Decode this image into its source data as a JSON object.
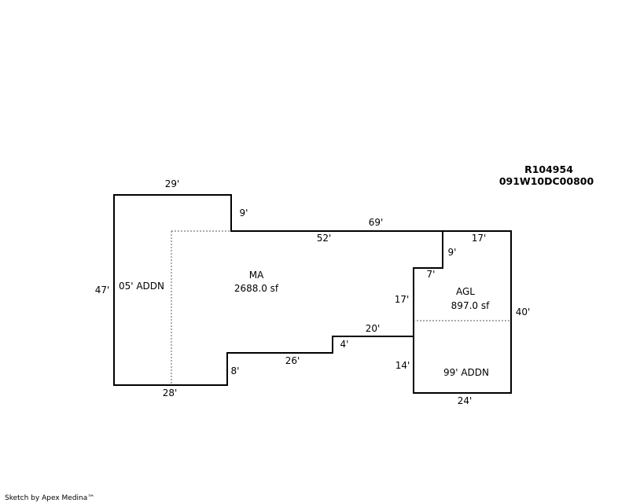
{
  "header": {
    "parcel_id": "R104954",
    "map_number": "091W10DC00800"
  },
  "areas": {
    "main_label": "MA",
    "main_area": "2688.0 sf",
    "addition_05": "05' ADDN",
    "garage_label": "AGL",
    "garage_area": "897.0 sf",
    "addition_99": "99' ADDN"
  },
  "dimensions": {
    "top_left": "29'",
    "step_down": "9'",
    "top_long": "69'",
    "inner_top": "52'",
    "left_side": "47'",
    "bottom_left": "28'",
    "step_up": "8'",
    "mid_bottom": "26'",
    "step_small": "4'",
    "mid_step": "20'",
    "garage_top": "17'",
    "garage_notch_v": "9'",
    "garage_notch_h": "7'",
    "garage_left": "17'",
    "garage_right": "40'",
    "addn_left": "14'",
    "garage_bottom": "24'"
  },
  "footer": {
    "credit": "Sketch by Apex Medina™"
  }
}
